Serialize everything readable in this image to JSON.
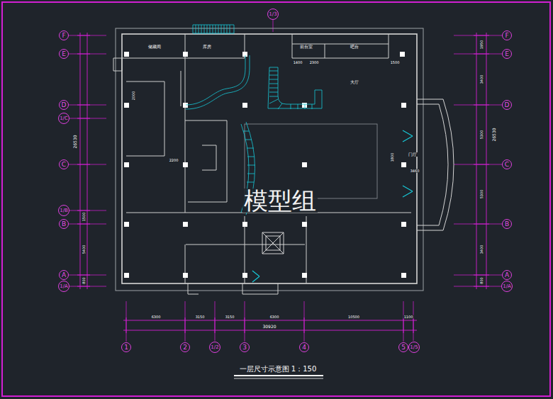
{
  "diagram": {
    "caption": "一层尺寸示意图 1：150",
    "nodes": [
      {
        "text": [
          "1/3"
        ]
      },
      {
        "text": [
          "F"
        ]
      },
      {
        "text": [
          "E"
        ]
      },
      {
        "text": [
          "D"
        ]
      },
      {
        "text": [
          "1/C"
        ]
      },
      {
        "text": [
          "C"
        ]
      },
      {
        "text": [
          "1/B"
        ]
      },
      {
        "text": [
          "B"
        ]
      },
      {
        "text": [
          "A"
        ]
      },
      {
        "text": [
          "1/A"
        ]
      },
      {
        "text": [
          "F"
        ]
      },
      {
        "text": [
          "E"
        ]
      },
      {
        "text": [
          "D"
        ]
      },
      {
        "text": [
          "C"
        ]
      },
      {
        "text": [
          "B"
        ]
      },
      {
        "text": [
          "A"
        ]
      },
      {
        "text": [
          "1/A"
        ]
      },
      {
        "text": [
          "1"
        ]
      },
      {
        "text": [
          "2"
        ]
      },
      {
        "text": [
          "1/2"
        ]
      },
      {
        "text": [
          "3"
        ]
      },
      {
        "text": [
          "4"
        ]
      },
      {
        "text": [
          "5"
        ]
      },
      {
        "text": [
          "1/5"
        ]
      }
    ],
    "labels": [
      "储藏间",
      "库房",
      "前台室",
      "吧台",
      "大厅",
      "门厅",
      "1400",
      "2300",
      "1500",
      "2000",
      "2200",
      "1800",
      "3460",
      "26530",
      "1500",
      "5400",
      "800",
      "1950",
      "3400",
      "5300",
      "5300",
      "3400",
      "800",
      "26530",
      "6300",
      "3150",
      "3150",
      "6300",
      "10500",
      "1100",
      "30920",
      "模型组"
    ]
  }
}
